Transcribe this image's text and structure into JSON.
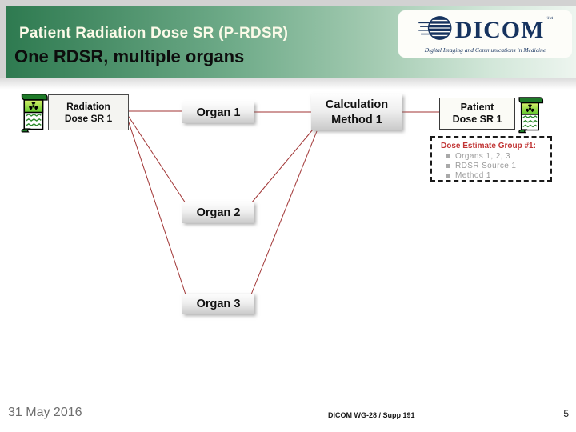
{
  "slide": {
    "title": "Patient Radiation Dose SR (P-RDSR)",
    "subtitle": "One RDSR, multiple organs"
  },
  "logo": {
    "word": "DICOM",
    "tm": "™",
    "tagline": "Digital Imaging and Communications in Medicine"
  },
  "diagram": {
    "nodes": {
      "radiation_dose_sr": {
        "line1": "Radiation",
        "line2": "Dose SR 1"
      },
      "organ1": {
        "label": "Organ 1"
      },
      "organ2": {
        "label": "Organ 2"
      },
      "organ3": {
        "label": "Organ 3"
      },
      "calculation_method": {
        "line1": "Calculation",
        "line2": "Method 1"
      },
      "patient_dose_sr": {
        "line1": "Patient",
        "line2": "Dose SR 1"
      }
    },
    "dose_estimate_group": {
      "title": "Dose Estimate Group #1:",
      "items": [
        "Organs 1, 2, 3",
        "RDSR Source 1",
        "Method 1"
      ]
    }
  },
  "footer": {
    "date": "31 May 2016",
    "doc": "DICOM WG-28 / Supp 191",
    "page": "5"
  },
  "colors": {
    "header_green_dark": "#2e7a50",
    "header_green_light": "#edf5ef",
    "connector_red": "#a03333",
    "dicom_navy": "#16335f",
    "group_title_red": "#c13434",
    "title_ivory": "#fbfae8"
  }
}
